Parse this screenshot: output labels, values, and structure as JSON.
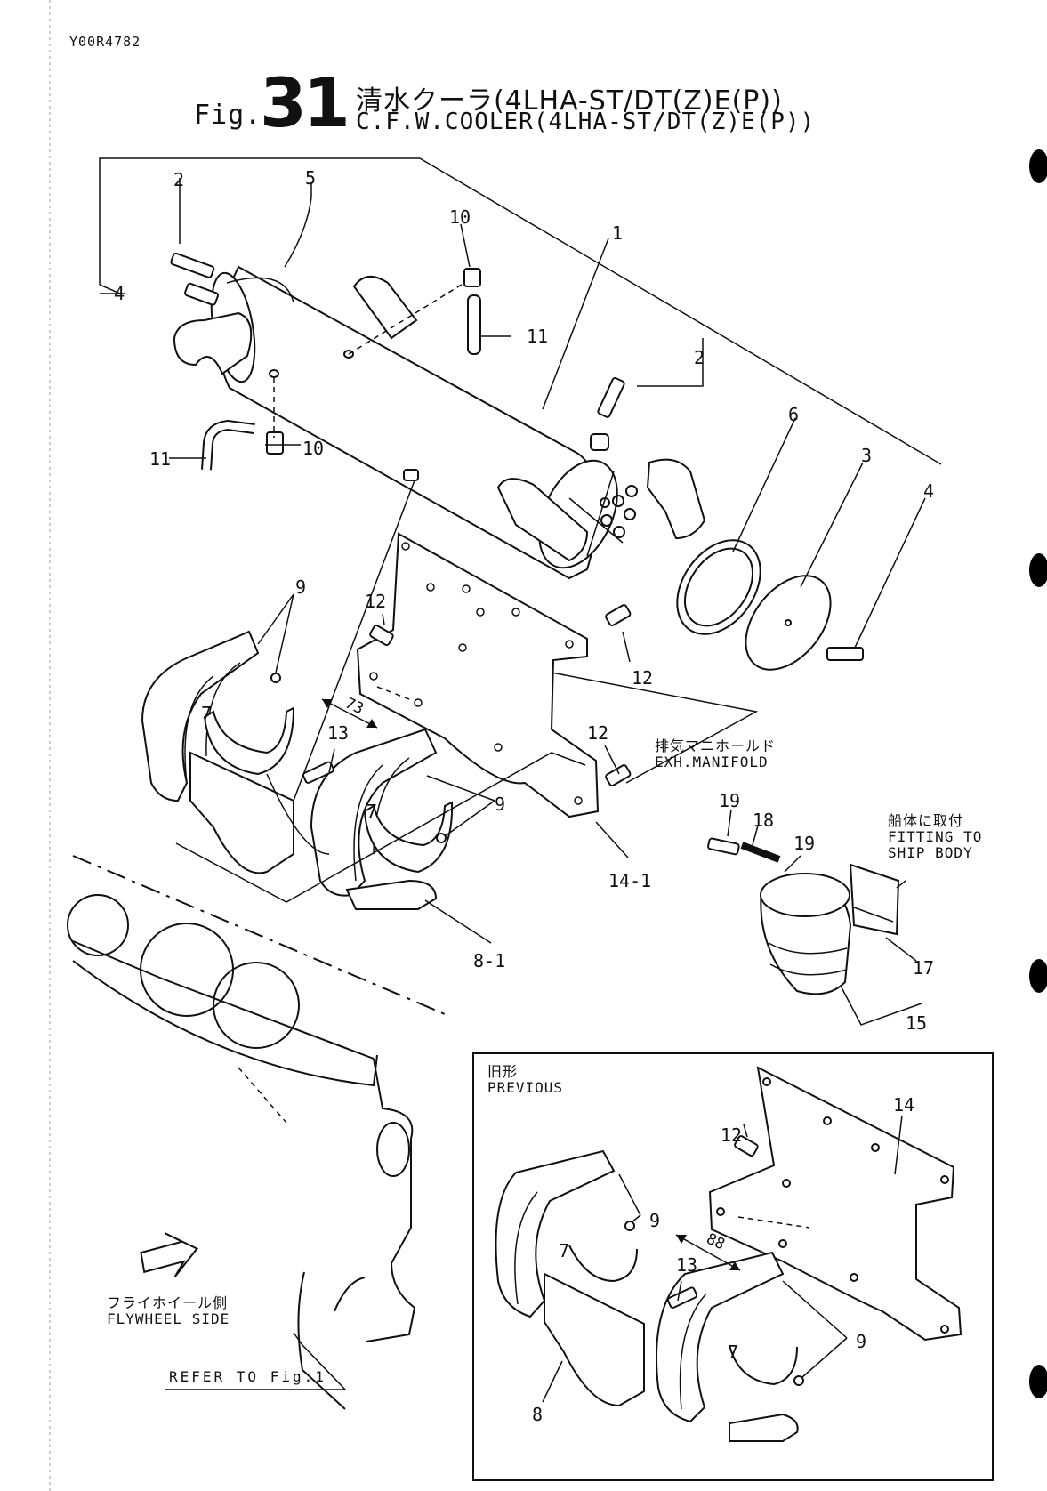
{
  "header": {
    "doc_id": "Y00R4782",
    "fig_word": "Fig.",
    "fig_number": "31",
    "title_jp": "清水クーラ(4LHA-ST/DT(Z)E(P))",
    "title_en": "C.F.W.COOLER(4LHA-ST/DT(Z)E(P))"
  },
  "callouts": {
    "c1": "1",
    "c2a": "2",
    "c2b": "2",
    "c3": "3",
    "c4a": "4",
    "c4b": "4",
    "c5": "5",
    "c6": "6",
    "c7a": "7",
    "c7b": "7",
    "c8_1": "8-1",
    "c9a": "9",
    "c9b": "9",
    "c10a": "10",
    "c10b": "10",
    "c11a": "11",
    "c11b": "11",
    "c12a": "12",
    "c12b": "12",
    "c12c": "12",
    "c13": "13",
    "c14_1": "14-1",
    "c15": "15",
    "c17": "17",
    "c18": "18",
    "c19a": "19",
    "c19b": "19",
    "dim73": "73"
  },
  "notes": {
    "exh_jp": "排気マニホールド",
    "exh_en": "EXH.MANIFOLD",
    "ship_jp": "船体に取付",
    "ship_en1": "FITTING TO",
    "ship_en2": "SHIP BODY",
    "flywheel_jp": "フライホイール側",
    "flywheel_en": "FLYWHEEL SIDE",
    "refer": "REFER TO Fig.1"
  },
  "previous_box": {
    "label_jp": "旧形",
    "label_en": "PREVIOUS",
    "callouts": {
      "c14": "14",
      "c12": "12",
      "c9a": "9",
      "c9b": "9",
      "c7a": "7",
      "c7b": "7",
      "c13": "13",
      "c8": "8",
      "dim88": "88"
    }
  }
}
